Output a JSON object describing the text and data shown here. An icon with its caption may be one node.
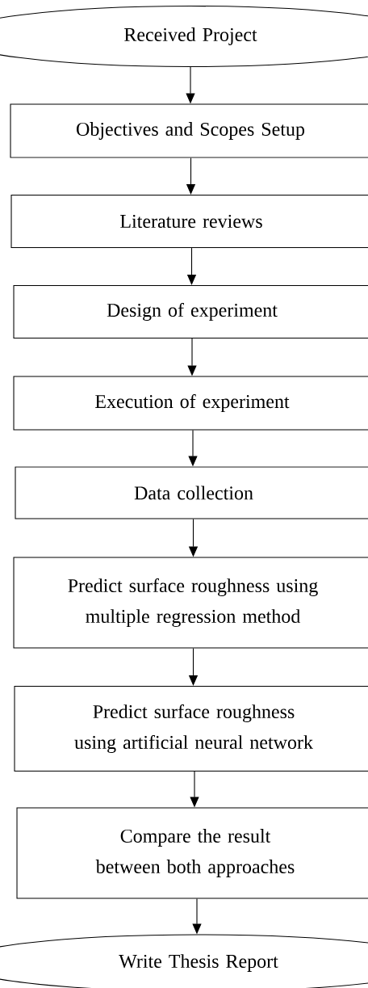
{
  "diagram": {
    "nodes": [
      {
        "text": [
          "Received Project"
        ]
      },
      {
        "text": [
          "Objectives and Scopes Setup"
        ]
      },
      {
        "text": [
          "Literature reviews"
        ]
      },
      {
        "text": [
          "Design of experiment"
        ]
      },
      {
        "text": [
          "Execution of experiment"
        ]
      },
      {
        "text": [
          "Data collection"
        ]
      },
      {
        "text": [
          "Predict surface roughness using multiple regression method"
        ]
      },
      {
        "text": [
          "Predict surface roughness using artificial neural network"
        ]
      },
      {
        "text": [
          "Compare the result between both approaches"
        ]
      },
      {
        "text": [
          "Write Thesis Report"
        ]
      }
    ],
    "edges": [
      {
        "from": 0,
        "to": 1,
        "arrow": "to"
      },
      {
        "from": 1,
        "to": 2,
        "arrow": "to"
      },
      {
        "from": 2,
        "to": 3,
        "arrow": "to"
      },
      {
        "from": 3,
        "to": 4,
        "arrow": "to"
      },
      {
        "from": 4,
        "to": 5,
        "arrow": "to"
      },
      {
        "from": 5,
        "to": 6,
        "arrow": "to"
      },
      {
        "from": 6,
        "to": 7,
        "arrow": "to"
      },
      {
        "from": 7,
        "to": 8,
        "arrow": "to"
      },
      {
        "from": 8,
        "to": 9,
        "arrow": "to"
      }
    ]
  }
}
